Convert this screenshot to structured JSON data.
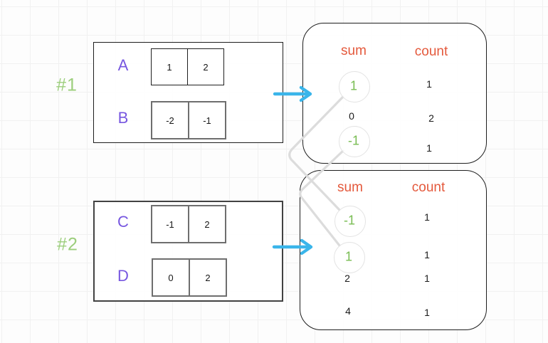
{
  "palette": {
    "purple": "#7757E0",
    "green_tag": "#9CCE7C",
    "green_value": "#79BD53",
    "orange_header": "#E4593C",
    "cyan_arrow": "#3AB5EA",
    "connector_gray": "#DCDCDC",
    "ink": "#1E1E1E",
    "gray_border": "#6E6E6E"
  },
  "example1": {
    "tag": "#1",
    "rows": [
      {
        "label": "A",
        "cells": [
          "1",
          "2"
        ]
      },
      {
        "label": "B",
        "cells": [
          "-2",
          "-1"
        ]
      }
    ]
  },
  "example2": {
    "tag": "#2",
    "rows": [
      {
        "label": "C",
        "cells": [
          "-1",
          "2"
        ]
      },
      {
        "label": "D",
        "cells": [
          "0",
          "2"
        ]
      }
    ]
  },
  "table1": {
    "sum_header": "sum",
    "count_header": "count",
    "rows": [
      {
        "sum": "1",
        "count": "1",
        "circled": true
      },
      {
        "sum": "0",
        "count": "2",
        "circled": false
      },
      {
        "sum": "-1",
        "count": "1",
        "circled": true
      }
    ]
  },
  "table2": {
    "sum_header": "sum",
    "count_header": "count",
    "rows": [
      {
        "sum": "-1",
        "count": "1",
        "circled": true
      },
      {
        "sum": "1",
        "count": "1",
        "circled": true
      },
      {
        "sum": "2",
        "count": "1",
        "circled": false
      },
      {
        "sum": "4",
        "count": "1",
        "circled": false
      }
    ]
  },
  "icons": {
    "arrow1": "right-arrow",
    "arrow2": "right-arrow",
    "connector1": "sum-match-link",
    "connector2": "sum-match-link"
  }
}
